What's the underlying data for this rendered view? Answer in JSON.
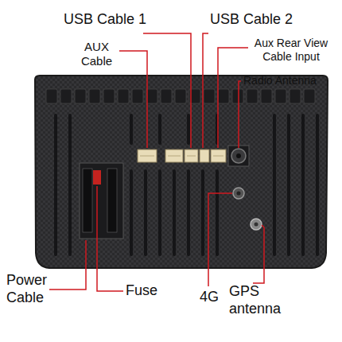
{
  "diagram": {
    "labels": [
      "USB Cable 1",
      "USB Cable 2",
      "AUX Cable",
      "Aux Rear View Cable Input",
      "Radio Antenna",
      "Power Cable",
      "Fuse",
      "4G",
      "GPS antenna"
    ]
  }
}
